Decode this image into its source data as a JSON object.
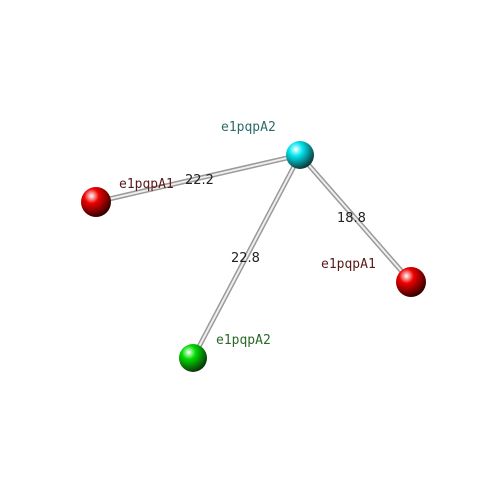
{
  "nodes": [
    {
      "id": "n0",
      "label": "e1pqpA2",
      "color": "#00e5ee",
      "label_color": "#2f6b6b"
    },
    {
      "id": "n1",
      "label": "e1pqpA1",
      "color": "#ee0000",
      "label_color": "#5a1a1a"
    },
    {
      "id": "n2",
      "label": "e1pqpA2",
      "color": "#00dd00",
      "label_color": "#2a6a2a"
    },
    {
      "id": "n3",
      "label": "e1pqpA1",
      "color": "#ee0000",
      "label_color": "#5a1a1a"
    }
  ],
  "edges": [
    {
      "from": "n0",
      "to": "n1",
      "label": "22.2"
    },
    {
      "from": "n0",
      "to": "n2",
      "label": "22.8"
    },
    {
      "from": "n0",
      "to": "n3",
      "label": "18.8"
    }
  ]
}
